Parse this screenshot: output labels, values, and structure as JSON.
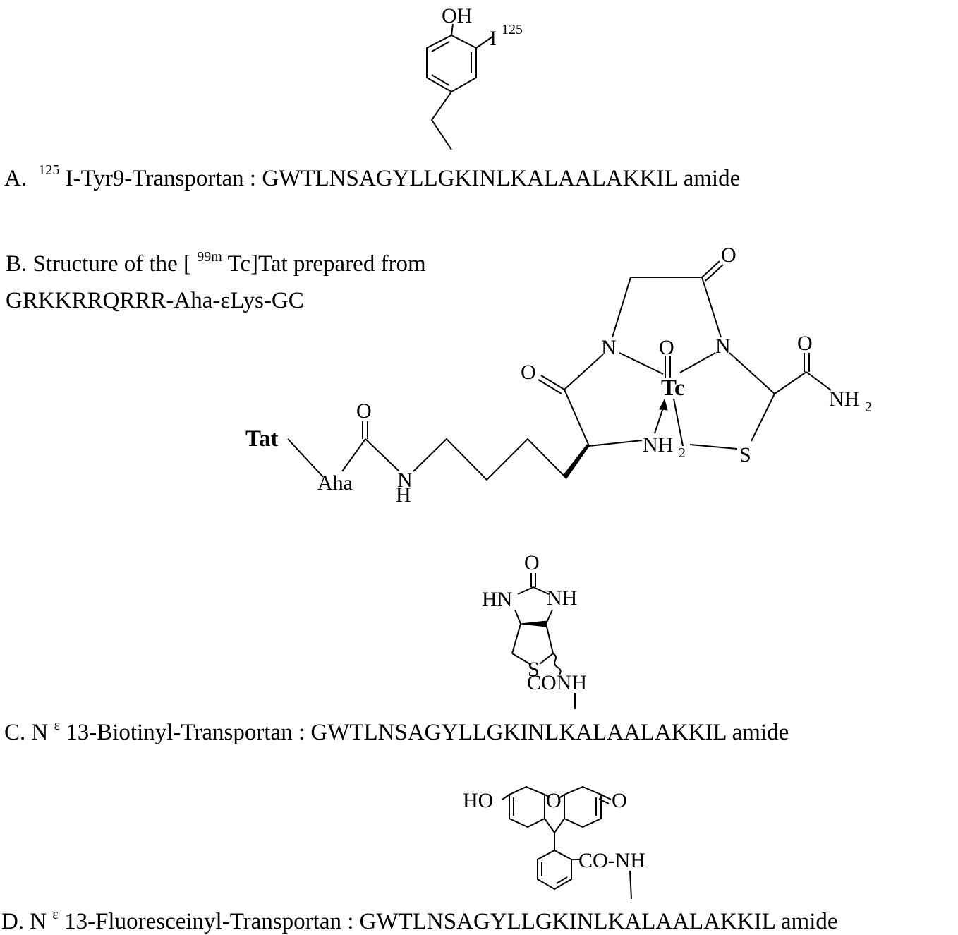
{
  "panel_a": {
    "caption_prefix": "A.",
    "caption_sup": "125",
    "caption_main": "I-Tyr9-Transportan : GWTLNSAGYLLGKINLKALAALAKKIL amide",
    "atom_oh": "OH",
    "atom_i": "I",
    "atom_i_sup": "125"
  },
  "panel_b": {
    "caption_line1_prefix": "B. Structure of the  [",
    "caption_line1_sup": "99m",
    "caption_line1_suffix": "Tc]Tat prepared from",
    "caption_line2": "GRKKRRQRRR-Aha-εLys-GC",
    "atom_tat": "Tat",
    "atom_aha": "Aha",
    "atom_o_amide": "O",
    "atom_n_amide": "N",
    "atom_h_amide": "H",
    "atom_o_top": "O",
    "atom_o_left": "O",
    "atom_o_tc": "O",
    "atom_o_right": "O",
    "atom_n_left": "N",
    "atom_n_right": "N",
    "atom_tc": "Tc",
    "atom_nh2_ring": "NH",
    "atom_nh2_ring_sub": "2",
    "atom_s": "S",
    "atom_nh2_term": "NH",
    "atom_nh2_term_sub": "2"
  },
  "panel_c": {
    "caption_prefix": "C. N",
    "caption_sup": "ε",
    "caption_main": "13-Biotinyl-Transportan : GWTLNSAGYLLGKINLKALAALAKKIL amide",
    "atom_o": "O",
    "atom_hn": "HN",
    "atom_nh": "NH",
    "atom_s": "S",
    "atom_conh": "CONH"
  },
  "panel_d": {
    "caption_prefix": "D. N",
    "caption_sup": "ε",
    "caption_main": "13-Fluoresceinyl-Transportan : GWTLNSAGYLLGKINLKALAALAKKIL amide",
    "atom_ho": "HO",
    "atom_o_ring": "O",
    "atom_o_keto": "O",
    "atom_conh": "CO-NH"
  }
}
